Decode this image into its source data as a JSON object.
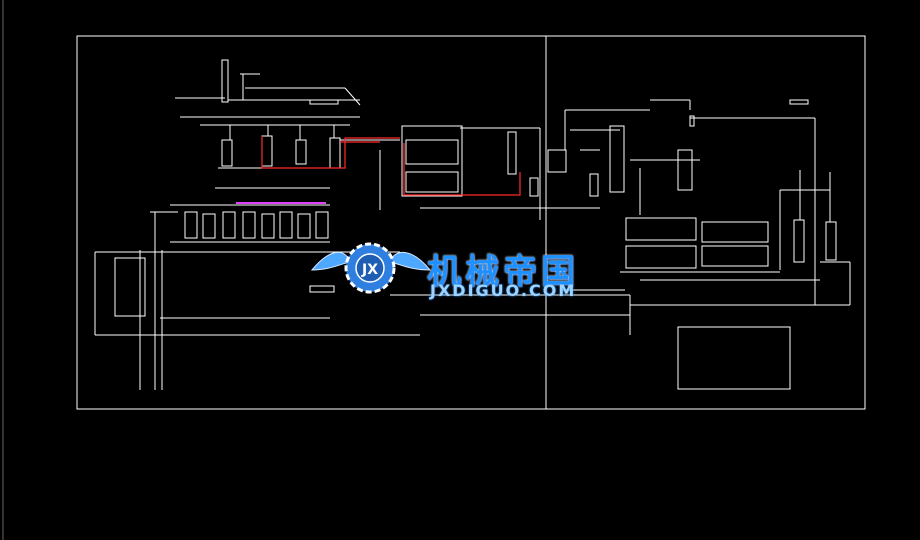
{
  "colors": {
    "background": "#000000",
    "line": "#ffffff",
    "highlight_red": "#ff2a2a",
    "highlight_magenta": "#e040fb",
    "watermark_blue": "#1e90ff"
  },
  "watermark": {
    "logo_letters": "JX",
    "title": "机械帝国",
    "subtitle": "JXDIGUO.COM"
  }
}
